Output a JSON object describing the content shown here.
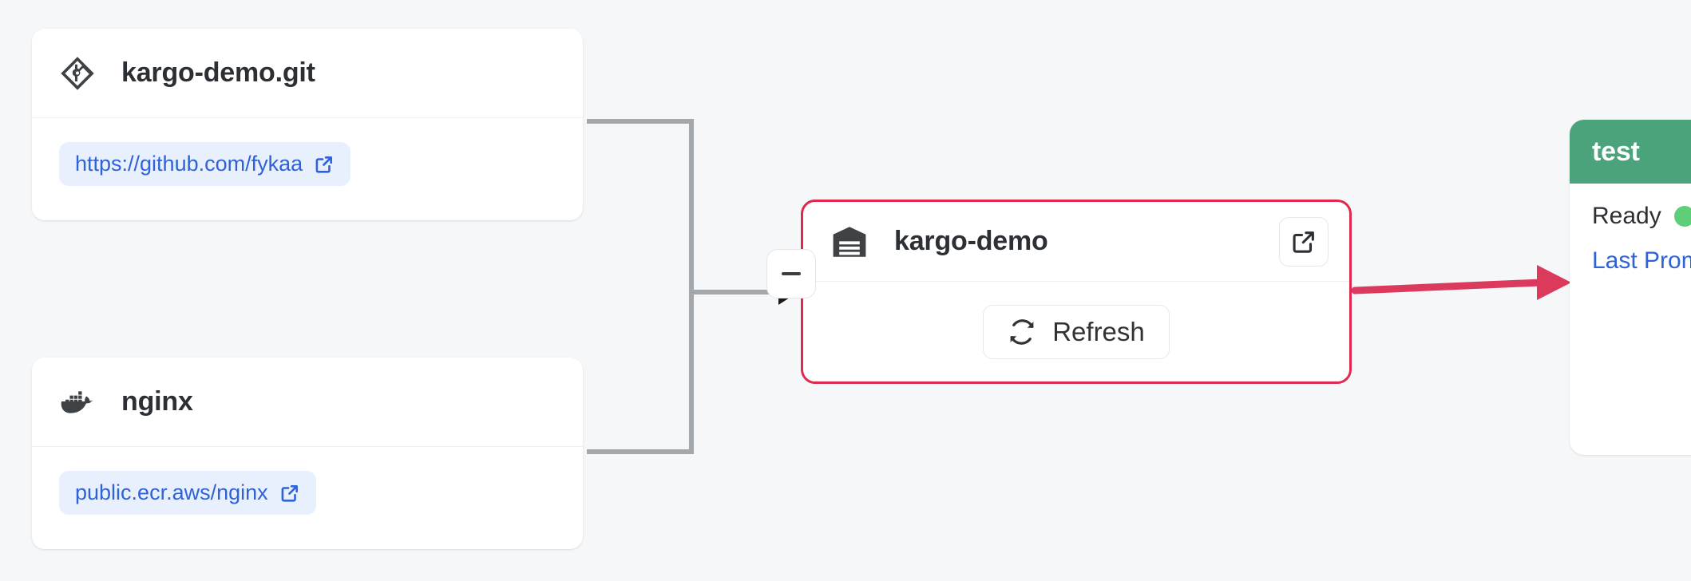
{
  "canvas": {
    "background_color": "#f5f7f9",
    "edge_color": "#a3a8ad",
    "promotion_edge_color": "#dc3a5c",
    "selected_border_color": "#e0294e"
  },
  "sources": [
    {
      "name": "kargo-demo.git",
      "icon": "git-icon",
      "url": "https://github.com/fykaa",
      "url_icon": "external-link-icon"
    },
    {
      "name": "nginx",
      "icon": "docker-icon",
      "url": "public.ecr.aws/nginx",
      "url_icon": "external-link-icon"
    }
  ],
  "warehouse": {
    "name": "kargo-demo",
    "icon": "warehouse-icon",
    "open_label": "external-link-icon",
    "refresh_label": "Refresh",
    "refresh_icon": "refresh-icon",
    "collapse_icon": "minus-icon"
  },
  "stage": {
    "name": "test",
    "header_color": "#4ba37c",
    "status_label": "Ready",
    "status_color": "#5fce78",
    "last_promotion_label": "Last Prom"
  }
}
